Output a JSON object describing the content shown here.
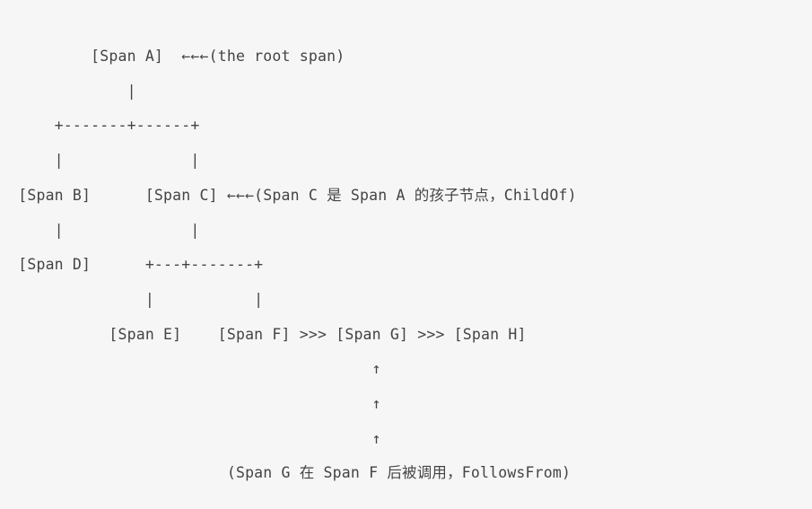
{
  "page": {
    "background_color": "#f6f6f6",
    "text_color": "#444444",
    "title": "Span relationship ASCII diagram"
  },
  "diagram": {
    "type": "ascii-art-tree",
    "description": "OpenTracing span relationship tree drawn with monospace ASCII art",
    "lines": [
      "          [Span A]  ←←←(the root span)",
      "              |",
      "      +-------+------+",
      "      |              |",
      "  [Span B]      [Span C] ←←←(Span C 是 Span A 的孩子节点，ChildOf)",
      "      |              |",
      "  [Span D]      +---+-------+",
      "                |           |",
      "            [Span E]    [Span F] >>> [Span G] >>> [Span H]",
      "                                         ↑",
      "                                         ↑",
      "                                         ↑",
      "                         (Span G 在 Span F 后被调用，FollowsFrom)"
    ],
    "full_text": "          [Span A]  ←←←(the root span)\n              |\n      +-------+------+\n      |              |\n  [Span B]      [Span C] ←←←(Span C 是 Span A 的孩子节点，ChildOf)\n      |              |\n  [Span D]      +---+-------+\n                |           |\n            [Span E]    [Span F] >>> [Span G] >>> [Span H]\n                                         ↑\n                                         ↑\n                                         ↑\n                         (Span G 在 Span F 后被调用，FollowsFrom)",
    "nodes": [
      {
        "id": "A",
        "label": "[Span A]",
        "note": "(the root span)"
      },
      {
        "id": "B",
        "label": "[Span B]",
        "note": ""
      },
      {
        "id": "C",
        "label": "[Span C]",
        "note": "(Span C 是 Span A 的孩子节点，ChildOf)"
      },
      {
        "id": "D",
        "label": "[Span D]",
        "note": ""
      },
      {
        "id": "E",
        "label": "[Span E]",
        "note": ""
      },
      {
        "id": "F",
        "label": "[Span F]",
        "note": ""
      },
      {
        "id": "G",
        "label": "[Span G]",
        "note": ""
      },
      {
        "id": "H",
        "label": "[Span H]",
        "note": ""
      }
    ],
    "annotations": [
      {
        "arrow": "←←←",
        "text": "(the root span)"
      },
      {
        "arrow": "←←←",
        "text": "(Span C 是 Span A 的孩子节点，ChildOf)"
      },
      {
        "arrow": "↑↑↑",
        "text": "(Span G 在 Span F 后被调用，FollowsFrom)"
      }
    ],
    "edge_markers": {
      "child_of_connector": "+-------+------+",
      "child_of_connector_2": "+---+-------+",
      "follows_from_marker": ">>>",
      "vertical_connector": "|",
      "left_arrow": "←",
      "up_arrow": "↑"
    }
  }
}
